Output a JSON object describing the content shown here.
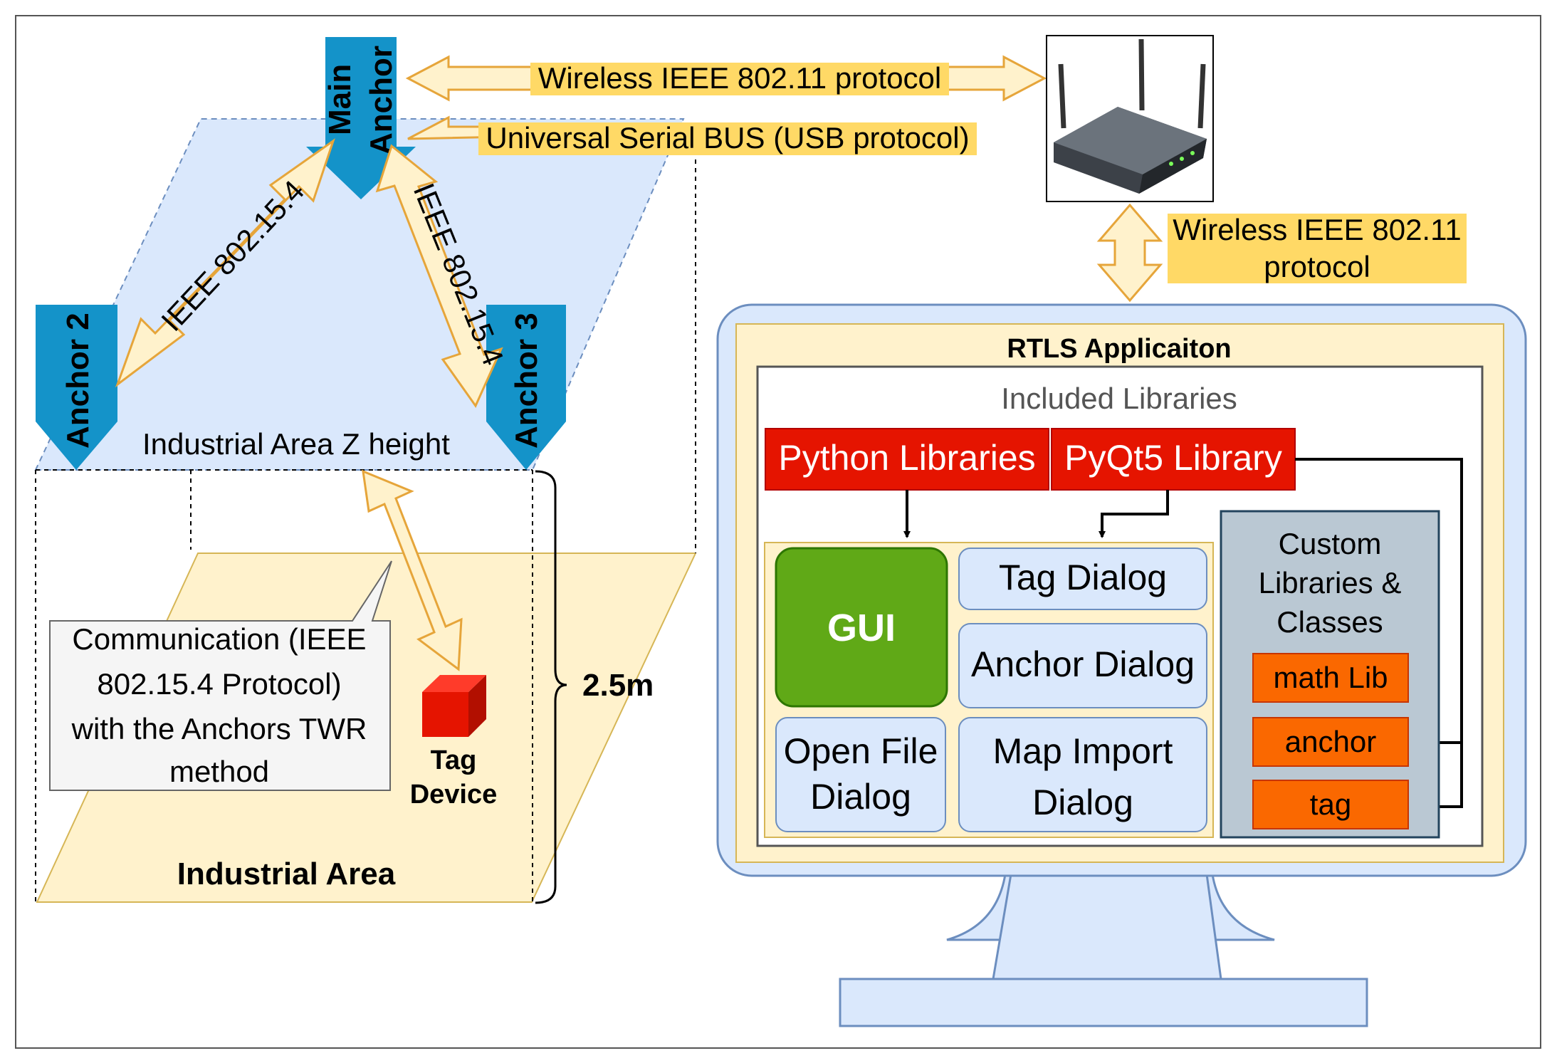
{
  "area": {
    "main_anchor_line1": "Main",
    "main_anchor_line2": "Anchor",
    "anchor2": "Anchor 2",
    "anchor3": "Anchor 3",
    "link_left": "IEEE 802.15.4",
    "link_right": "IEEE 802.15.4",
    "z_height": "Industrial Area Z height",
    "callout": [
      "Communication (IEEE",
      "802.15.4 Protocol)",
      "with the Anchors TWR",
      "method"
    ],
    "tag_line1": "Tag",
    "tag_line2": "Device",
    "height": "2.5m",
    "title": "Industrial Area"
  },
  "links": {
    "wireless_top": "Wireless IEEE 802.11 protocol",
    "usb": "Universal Serial BUS (USB protocol)",
    "wireless_right_line1": "Wireless IEEE 802.11",
    "wireless_right_line2": "protocol"
  },
  "app": {
    "title": "RTLS Applicaiton",
    "included": "Included Libraries",
    "python_libs": "Python Libraries",
    "pyqt5": "PyQt5 Library",
    "gui": "GUI",
    "tag_dialog": "Tag Dialog",
    "anchor_dialog": "Anchor Dialog",
    "open_file_line1": "Open File",
    "open_file_line2": "Dialog",
    "map_import_line1": "Map Import",
    "map_import_line2": "Dialog",
    "custom_line1": "Custom",
    "custom_line2": "Libraries &",
    "custom_line3": "Classes",
    "math_lib": "math Lib",
    "anchor": "anchor",
    "tag": "tag"
  },
  "colors": {
    "anchor_blue": "#1493c9",
    "area_blue": "#dae8fc",
    "area_yellow": "#fff2cc",
    "label_yellow": "#ffd966",
    "red_lib": "#e51400",
    "gui_green": "#60a917",
    "orange_class": "#fa6800",
    "custom_gray": "#bac8d3"
  },
  "icons": [
    "router-icon",
    "tag-device-cube-icon",
    "monitor-icon"
  ]
}
